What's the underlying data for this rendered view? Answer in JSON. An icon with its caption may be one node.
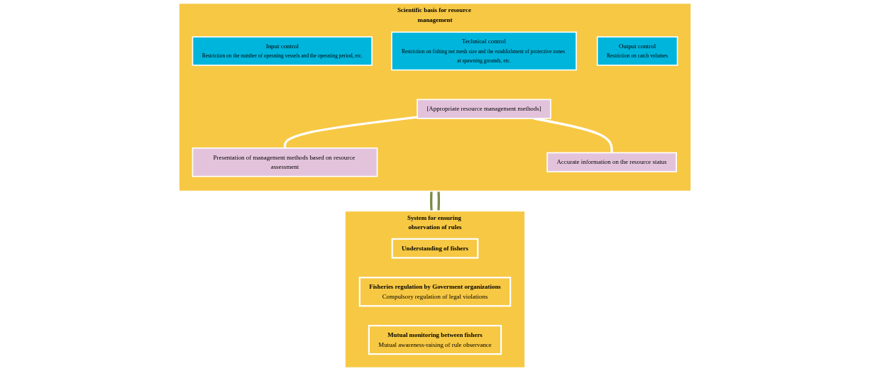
{
  "diagram": {
    "nodes": [
      {
        "text": [
          "Scientific basis for resource management"
        ]
      },
      {
        "text": [
          "Presentation of management methods based on resource assessment"
        ],
        "in": 0
      },
      {
        "text": [
          "Accurate information on the resource status"
        ],
        "in": 0
      },
      {
        "text": [
          "[Appropriate resource management methods]"
        ],
        "in": 0
      },
      {
        "text": [
          "Input control",
          "Restriction on the number of operating vessels and the operating period, etc."
        ],
        "in": 0
      },
      {
        "text": [
          "Technical control",
          "Restriction on fishing net mesh size and the establishment of protective zones at spawning grounds, etc."
        ],
        "in": 0
      },
      {
        "text": [
          "Output control",
          "Restriction on catch volumes"
        ],
        "in": 0
      },
      {
        "text": [
          "System for ensuring observation of rules"
        ]
      },
      {
        "text": [
          "Understanding of fishers"
        ],
        "in": 7
      },
      {
        "text": [
          "Fisheries regulation by Goverment organizations",
          "Compulsory regulation of legal violations"
        ],
        "in": 7
      },
      {
        "text": [
          "Mutual monitoring between fishers",
          "Mutual awareness-raising of rule observance"
        ],
        "in": 7
      }
    ],
    "edges": [
      {
        "from": 3,
        "to": 1,
        "arrow": "none",
        "color": "#ffffff"
      },
      {
        "from": 3,
        "to": 2,
        "arrow": "none",
        "color": "#ffffff"
      },
      {
        "from": 7,
        "to": 0,
        "arrow": "none",
        "color": "#7a8c45"
      },
      {
        "from": 7,
        "to": 0,
        "arrow": "none",
        "color": "#7a8c45"
      }
    ]
  }
}
